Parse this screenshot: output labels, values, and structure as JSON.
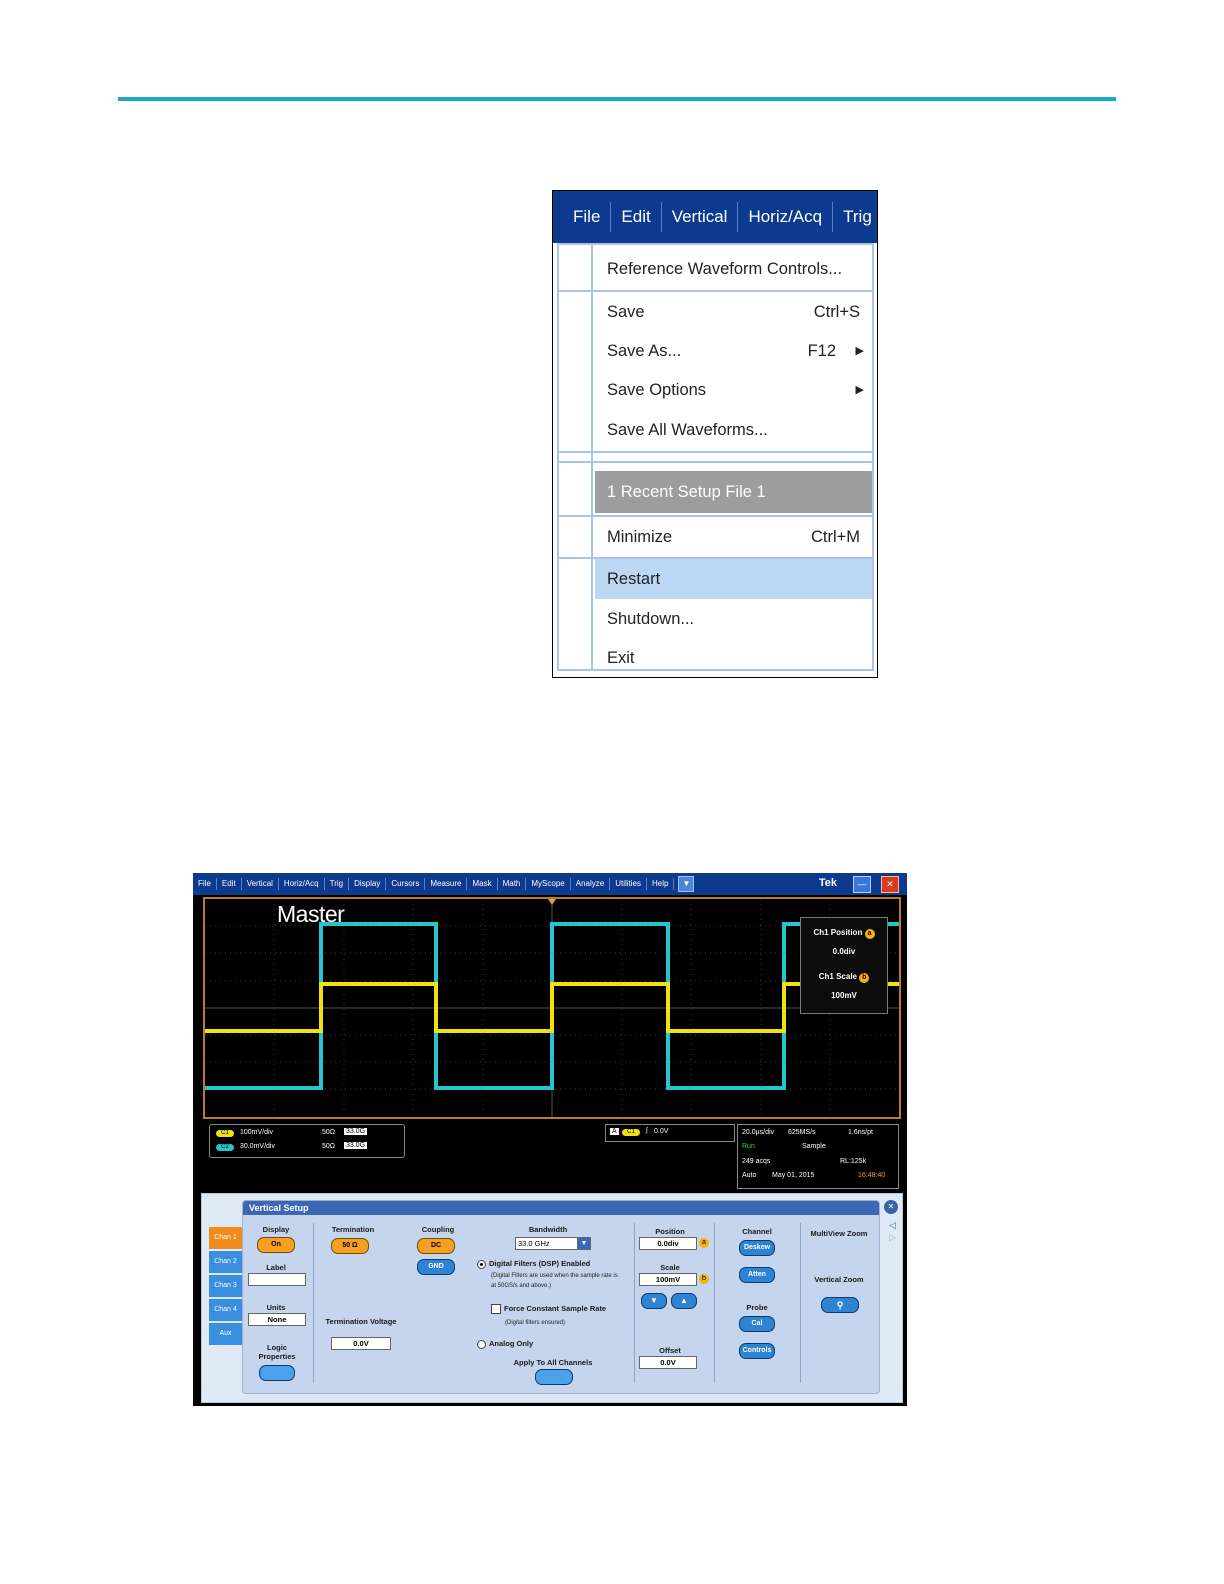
{
  "file_menu": {
    "menubar": [
      "File",
      "Edit",
      "Vertical",
      "Horiz/Acq",
      "Trig"
    ],
    "items": {
      "reference": "Reference Waveform Controls...",
      "save": "Save",
      "save_shortcut": "Ctrl+S",
      "save_as": "Save As...",
      "save_as_shortcut": "F12",
      "save_options": "Save Options",
      "save_all": "Save All Waveforms...",
      "recent": "1 Recent Setup File 1",
      "minimize": "Minimize",
      "minimize_shortcut": "Ctrl+M",
      "restart": "Restart",
      "shutdown": "Shutdown...",
      "exit": "Exit"
    }
  },
  "scope": {
    "menubar": [
      "File",
      "Edit",
      "Vertical",
      "Horiz/Acq",
      "Trig",
      "Display",
      "Cursors",
      "Measure",
      "Mask",
      "Math",
      "MyScope",
      "Analyze",
      "Utilities",
      "Help"
    ],
    "brand": "Tek",
    "title": "Master",
    "position_panel": {
      "ch1_position_label": "Ch1 Position",
      "ch1_position_value": "0.0div",
      "ch1_scale_label": "Ch1 Scale",
      "ch1_scale_value": "100mV",
      "badge_a": "a",
      "badge_b": "b"
    },
    "channels": [
      {
        "chip": "C1",
        "scale": "100mV/div",
        "term": "50Ω",
        "bw": "33.0G",
        "color": "#f0e10f"
      },
      {
        "chip": "C2",
        "scale": "30.0mV/div",
        "term": "50Ω",
        "bw": "33.0G",
        "color": "#27c4cf"
      }
    ],
    "trigger": {
      "a": "A",
      "chip": "C1",
      "value": "0.0V"
    },
    "status": {
      "timebase": "20.0µs/div",
      "rate": "625MS/s",
      "res": "1.6ns/pt",
      "run": "Run",
      "mode": "Sample",
      "acqs": "249 acqs",
      "rl": "RL:125k",
      "auto": "Auto",
      "date": "May 01, 2015",
      "time": "16:48:40"
    },
    "vertical_setup": {
      "title": "Vertical Setup",
      "tabs": [
        "Chan 1",
        "Chan 2",
        "Chan 3",
        "Chan 4",
        "Aux"
      ],
      "display_label": "Display",
      "display_value": "On",
      "label_label": "Label",
      "units_label": "Units",
      "units_value": "None",
      "logic_label": "Logic Properties",
      "termination_label": "Termination",
      "termination_value": "50 Ω",
      "term_voltage_label": "Termination Voltage",
      "term_voltage_value": "0.0V",
      "coupling_label": "Coupling",
      "coupling_dc": "DC",
      "coupling_gnd": "GND",
      "bandwidth_label": "Bandwidth",
      "bandwidth_value": "33.0 GHz",
      "dsp_label": "Digital Filters (DSP) Enabled",
      "dsp_note": "(Digital Filters are used when the sample rate is at 50GS/s and above.)",
      "force_label": "Force Constant Sample Rate",
      "force_note": "(Digital filters ensured)",
      "analog_label": "Analog Only",
      "apply_label": "Apply To All Channels",
      "position_label": "Position",
      "position_value": "0.0div",
      "scale_label": "Scale",
      "scale_value": "100mV",
      "offset_label": "Offset",
      "offset_value": "0.0V",
      "channel_label": "Channel",
      "deskew": "Deskew",
      "atten": "Atten",
      "probe_label": "Probe",
      "cal": "Cal",
      "controls": "Controls",
      "multiview_label": "MultiView Zoom",
      "vertical_zoom_label": "Vertical Zoom"
    }
  }
}
